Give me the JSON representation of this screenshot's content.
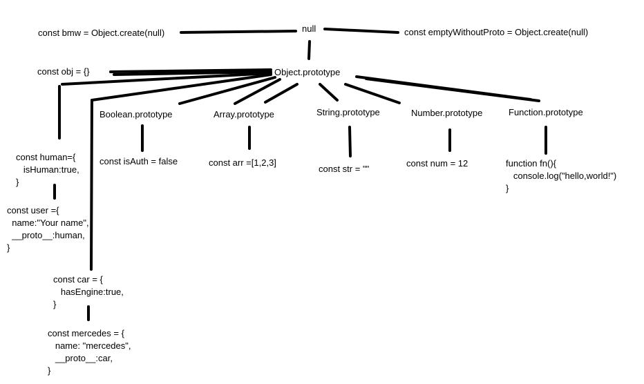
{
  "diagram": {
    "nodes": {
      "null_root": "null",
      "bmw": "const bmw = Object.create(null)",
      "empty_without_proto": "const emptyWithoutProto = Object.create(null)",
      "obj": "const obj = {}",
      "object_prototype": "Object.prototype",
      "boolean_prototype": "Boolean.prototype",
      "array_prototype": "Array.prototype",
      "string_prototype": "String.prototype",
      "number_prototype": "Number.prototype",
      "function_prototype": "Function.prototype",
      "is_auth": "const isAuth = false",
      "arr": "const arr =[1,2,3]",
      "str": "const str = \"\"",
      "num": "const num = 12",
      "fn": "function fn(){\n   console.log(\"hello,world!\")\n}",
      "human": "const human={\n   isHuman:true,\n}",
      "user": "const user ={\n  name:\"Your name\",\n  __proto__:human,\n}",
      "car": "const car = {\n   hasEngine:true,\n}",
      "mercedes": "const mercedes = {\n   name: \"mercedes\",\n   __proto__:car,\n}"
    }
  }
}
